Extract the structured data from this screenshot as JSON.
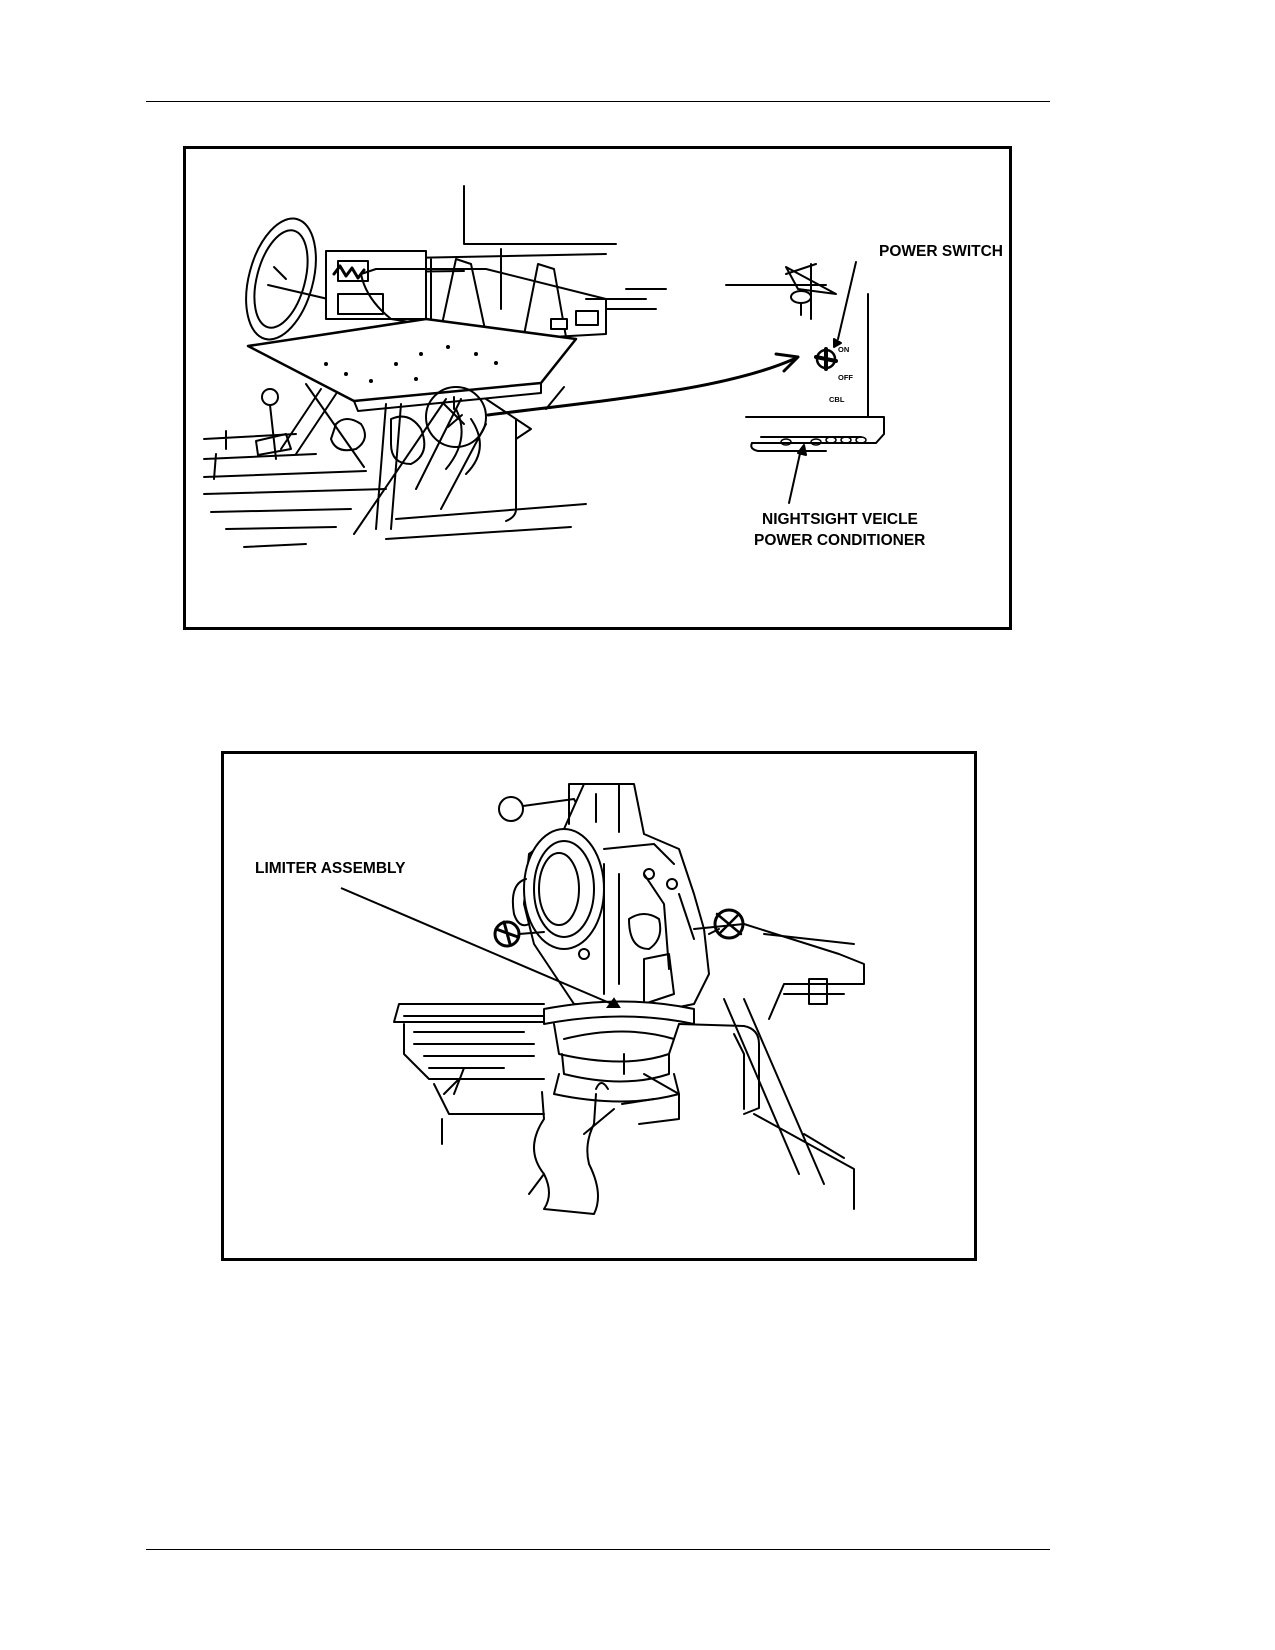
{
  "figure1": {
    "callouts": {
      "power_switch": "POWER SWITCH",
      "nightsight_line1": "NIGHTSIGHT VEICLE",
      "nightsight_line2": "POWER CONDITIONER",
      "switch_on": "ON",
      "switch_off": "OFF",
      "switch_mark": "CBL"
    }
  },
  "figure2": {
    "callouts": {
      "limiter_assembly": "LIMITER ASSEMBLY"
    }
  }
}
